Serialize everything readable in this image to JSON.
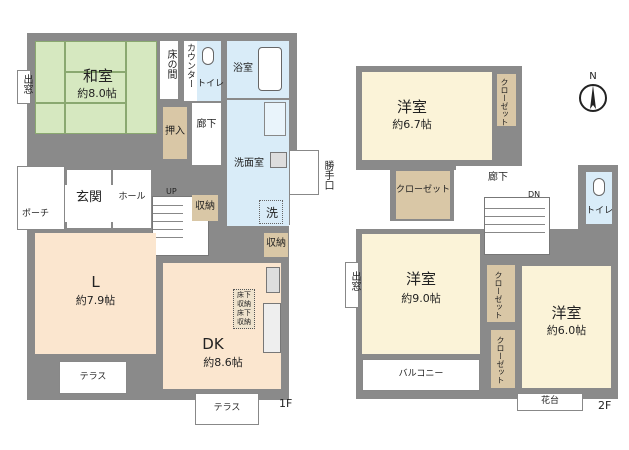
{
  "floor1": {
    "label": "1F",
    "rooms": {
      "washitsu": {
        "name": "和室",
        "size": "約8.0帖"
      },
      "tokonoma": {
        "name": "床の間"
      },
      "counter": {
        "name": "カウンター"
      },
      "toilet": {
        "name": "トイレ"
      },
      "bath": {
        "name": "浴室"
      },
      "oshiire": {
        "name": "押入"
      },
      "corridor": {
        "name": "廊下"
      },
      "washroom": {
        "name": "洗面室"
      },
      "laundry": {
        "name": "洗"
      },
      "backdoor": {
        "name": "勝手口"
      },
      "demado": {
        "name": "出窓"
      },
      "genkan": {
        "name": "玄関"
      },
      "hall": {
        "name": "ホール"
      },
      "porch": {
        "name": "ポーチ"
      },
      "stairs_up": {
        "name": "UP"
      },
      "storage1": {
        "name": "収納"
      },
      "storage2": {
        "name": "収納"
      },
      "living": {
        "name": "L",
        "size": "約7.9帖"
      },
      "dk": {
        "name": "DK",
        "size": "約8.6帖"
      },
      "underfloor": {
        "name": "床下収納床下収納"
      },
      "terrace1": {
        "name": "テラス"
      },
      "terrace2": {
        "name": "テラス"
      }
    }
  },
  "floor2": {
    "label": "2F",
    "rooms": {
      "western1": {
        "name": "洋室",
        "size": "約6.7帖"
      },
      "closet1": {
        "name": "クローゼット"
      },
      "closet2": {
        "name": "クローゼット"
      },
      "corridor": {
        "name": "廊下"
      },
      "stairs_down": {
        "name": "DN"
      },
      "toilet": {
        "name": "トイレ"
      },
      "western2": {
        "name": "洋室",
        "size": "約9.0帖"
      },
      "demado": {
        "name": "出窓"
      },
      "closet3": {
        "name": "クローゼット"
      },
      "closet4": {
        "name": "クローゼット"
      },
      "western3": {
        "name": "洋室",
        "size": "約6.0帖"
      },
      "balcony": {
        "name": "バルコニー"
      },
      "flowerbed": {
        "name": "花台"
      }
    }
  },
  "compass": {
    "label": "N"
  }
}
